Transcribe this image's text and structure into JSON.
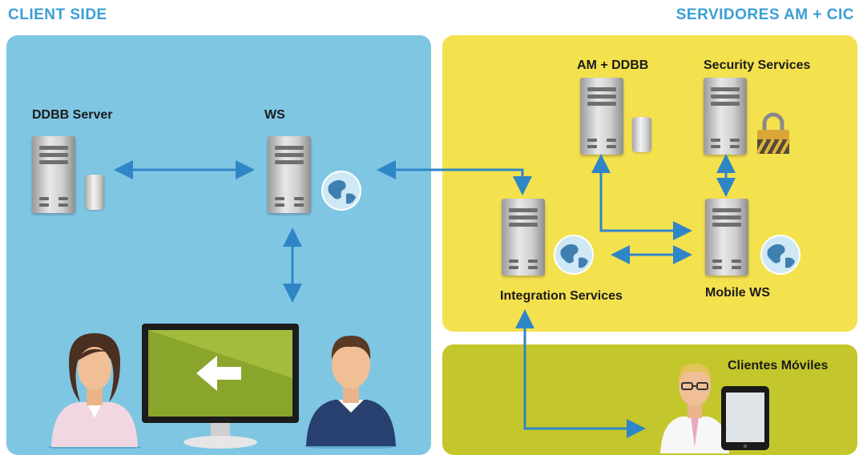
{
  "headers": {
    "client_side": "CLIENT SIDE",
    "servers": "SERVIDORES AM + CIC"
  },
  "nodes": {
    "ddbb_server": "DDBB Server",
    "ws": "WS",
    "am_ddbb": "AM + DDBB",
    "security_services": "Security Services",
    "integration_services": "Integration Services",
    "mobile_ws": "Mobile WS",
    "clientes_moviles": "Clientes Móviles"
  },
  "colors": {
    "client_panel": "#7fc6e3",
    "server_panel": "#f4e14e",
    "mobile_panel": "#c3c72c",
    "arrow": "#2f86c7",
    "header": "#3a9fd4"
  },
  "icons": [
    "server-icon",
    "database-icon",
    "globe-icon",
    "lock-icon",
    "monitor-icon",
    "user-icon",
    "tablet-icon"
  ]
}
